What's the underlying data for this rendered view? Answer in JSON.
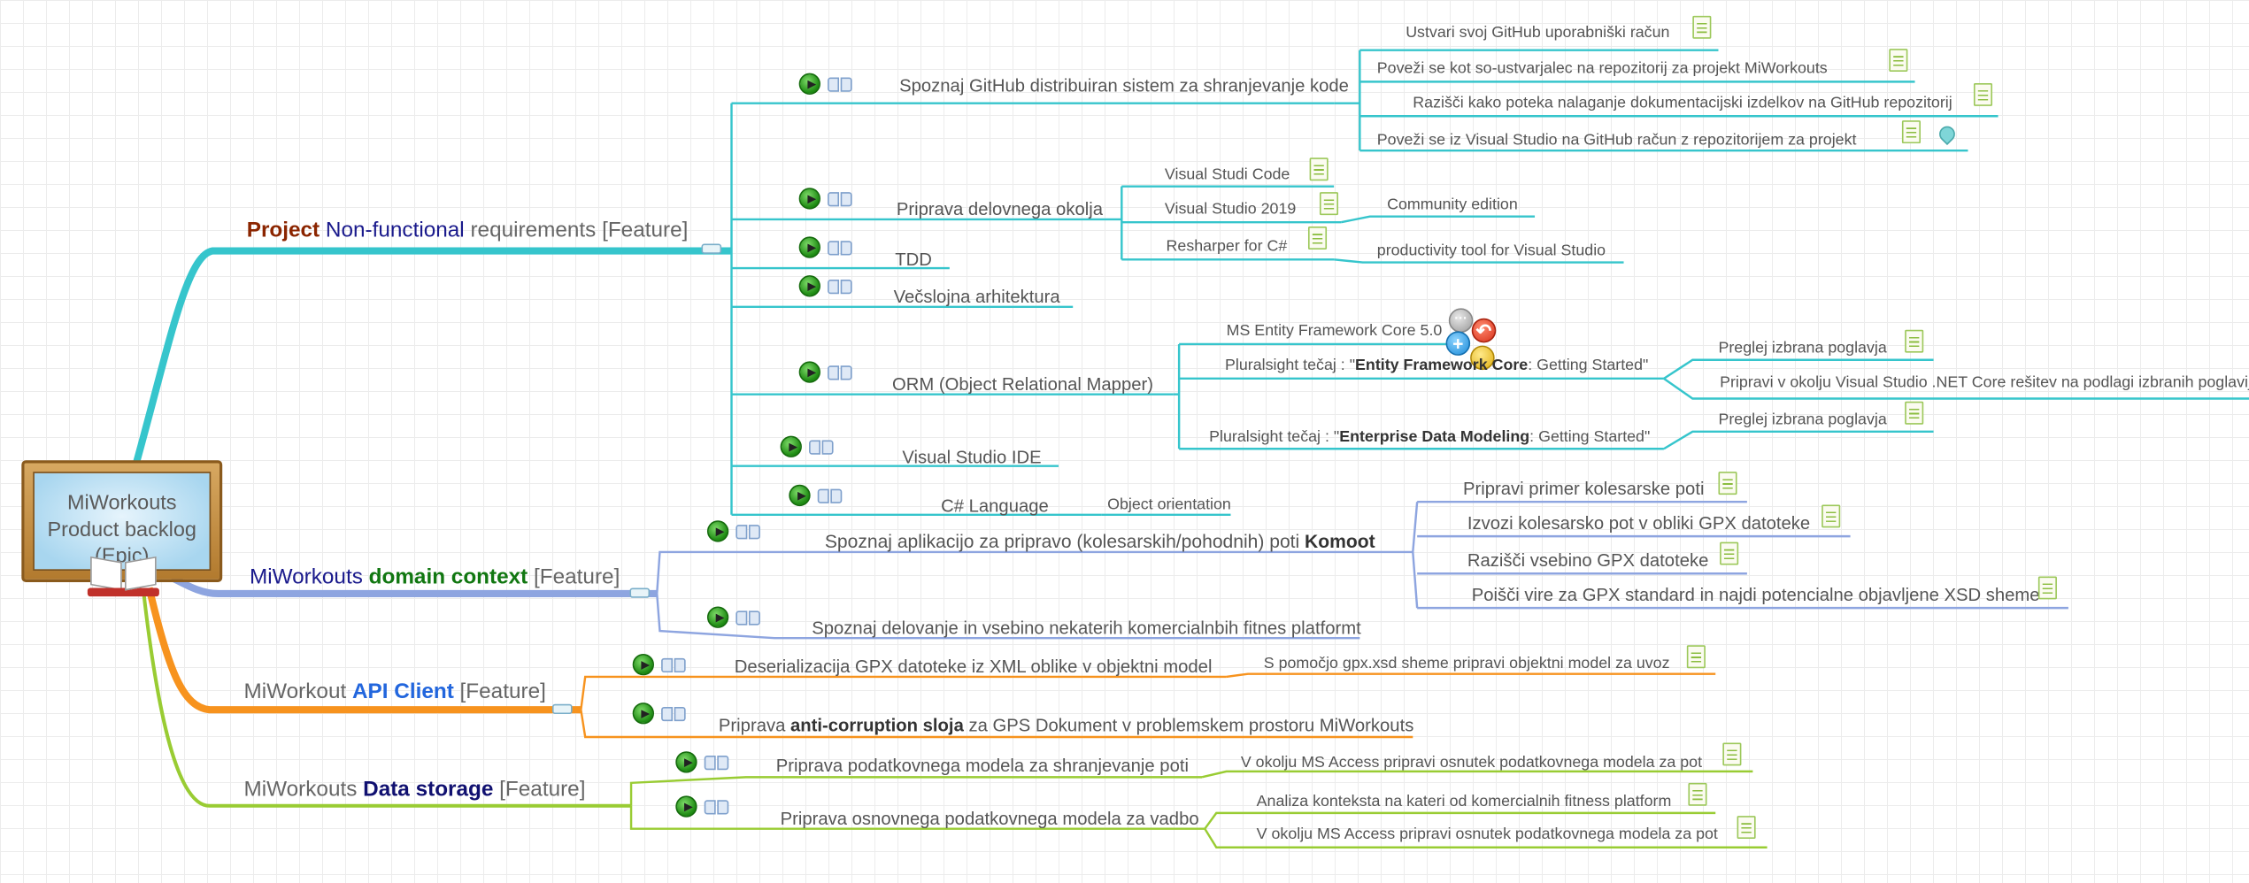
{
  "root": {
    "label": "MiWorkouts\nProduct backlog\n(Epic)"
  },
  "branches": {
    "project": {
      "w1": "Project",
      "w2": "Non-functional",
      "w3": "requirements [Feature]",
      "topics": {
        "github": "Spoznaj GitHub distribuiran sistem za shranjevanje kode",
        "gh1": "Ustvari svoj GitHub uporabniški račun",
        "gh2": "Poveži se kot so-ustvarjalec na repozitorij za projekt MiWorkouts",
        "gh3": "Razišči kako poteka nalaganje dokumentacijski izdelkov na GitHub repozitorij",
        "gh4": "Poveži se iz Visual Studio na GitHub račun z repozitorijem za projekt",
        "env": "Priprava delovnega okolja",
        "env1": "Visual Studi Code",
        "env2": "Visual Studio 2019",
        "env2a": "Community edition",
        "env3": "Resharper for C#",
        "env3a": "productivity tool for Visual Studio",
        "tdd": "TDD",
        "arch": "Večslojna arhitektura",
        "orm": "ORM (Object Relational Mapper)",
        "orm1": "MS Entity Framework Core 5.0",
        "orm2_pre": "Pluralsight tečaj : \"",
        "orm2_b": "Entity Framework Core",
        "orm2_post": ": Getting Started\"",
        "orm2a": "Preglej izbrana poglavja",
        "orm2b": "Pripravi v okolju Visual Studio .NET Core rešitev na podlagi izbranih poglavij",
        "orm3_pre": "Pluralsight tečaj : \"",
        "orm3_b": "Enterprise Data Modeling",
        "orm3_post": ": Getting Started\"",
        "orm3a": "Preglej izbrana poglavja",
        "vside": "Visual Studio IDE",
        "cs": "C# Language",
        "cs1": "Object orientation"
      }
    },
    "domain": {
      "w1": "MiWorkouts",
      "w2": "domain context",
      "w3": "[Feature]",
      "topics": {
        "komoot_pre": "Spoznaj aplikacijo za pripravo (kolesarskih/pohodnih) poti ",
        "komoot_b": "Komoot",
        "k1": "Pripravi primer kolesarske poti",
        "k2": "Izvozi kolesarsko pot v obliki GPX datoteke",
        "k3": "Razišči vsebino GPX datoteke",
        "k4": "Poišči vire za GPX standard in najdi potencialne objavljene XSD sheme",
        "fitness": "Spoznaj delovanje in vsebino nekaterih komercialnbih fitnes platformt"
      }
    },
    "api": {
      "w1": "MiWorkout",
      "w2": "API Client",
      "w3": "[Feature]",
      "topics": {
        "deser": "Deserializacija GPX datoteke iz XML oblike v objektni model",
        "deser1": "S pomočjo gpx.xsd sheme pripravi objektni model za uvoz",
        "acl_pre": "Priprava ",
        "acl_b": "anti-corruption sloja",
        "acl_post": " za GPS Dokument v problemskem prostoru MiWorkouts"
      }
    },
    "storage": {
      "w1": "MiWorkouts",
      "w2": "Data storage",
      "w3": "[Feature]",
      "topics": {
        "routes": "Priprava podatkovnega modela za shranjevanje poti",
        "routes1": "V okolju MS Access pripravi osnutek podatkovnega modela za pot",
        "workout": "Priprava osnovnega podatkovnega modela za vadbo",
        "workout1": "Analiza konteksta na kateri od komercialnih fitness platform",
        "workout2": "V okolju MS Access pripravi osnutek podatkovnega modela za pot"
      }
    }
  },
  "toolbar_glyphs": {
    "add": "+",
    "undo": "↶",
    "more": "···"
  },
  "colors": {
    "cyan": "#36c5cc",
    "blue": "#8ea5e0",
    "orange": "#f7931e",
    "green": "#99cc33"
  }
}
